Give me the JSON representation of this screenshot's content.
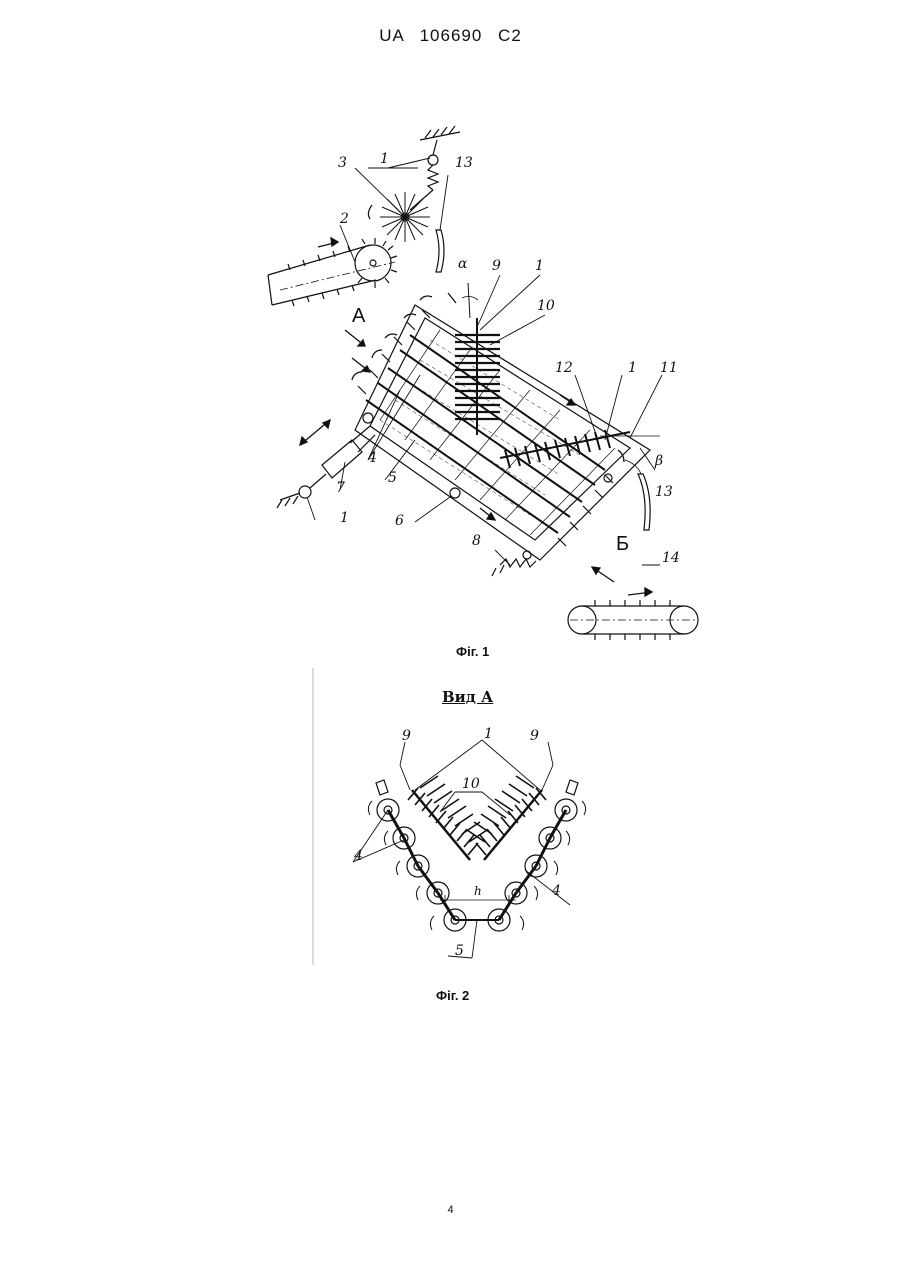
{
  "header": {
    "patent_number": "UA   106690   C2"
  },
  "figure1": {
    "caption": "Фіг. 1",
    "view_labels": {
      "a": "А",
      "b": "Б"
    },
    "angle_labels": {
      "alpha": "α",
      "beta": "β"
    },
    "part_numbers": {
      "n1a": "1",
      "n1b": "1",
      "n1c": "1",
      "n1d": "1",
      "n2": "2",
      "n3": "3",
      "n4": "4",
      "n5": "5",
      "n6": "6",
      "n7": "7",
      "n8": "8",
      "n9": "9",
      "n10": "10",
      "n11": "11",
      "n12": "12",
      "n13a": "13",
      "n13b": "13",
      "n14": "14"
    }
  },
  "figure2": {
    "title": "Вид А",
    "caption": "Фіг. 2",
    "part_numbers": {
      "n9a": "9",
      "n9b": "9",
      "n1": "1",
      "n10": "10",
      "n4a": "4",
      "n4b": "4",
      "n5": "5",
      "h": "h"
    }
  },
  "footer": {
    "page_number": "4"
  }
}
